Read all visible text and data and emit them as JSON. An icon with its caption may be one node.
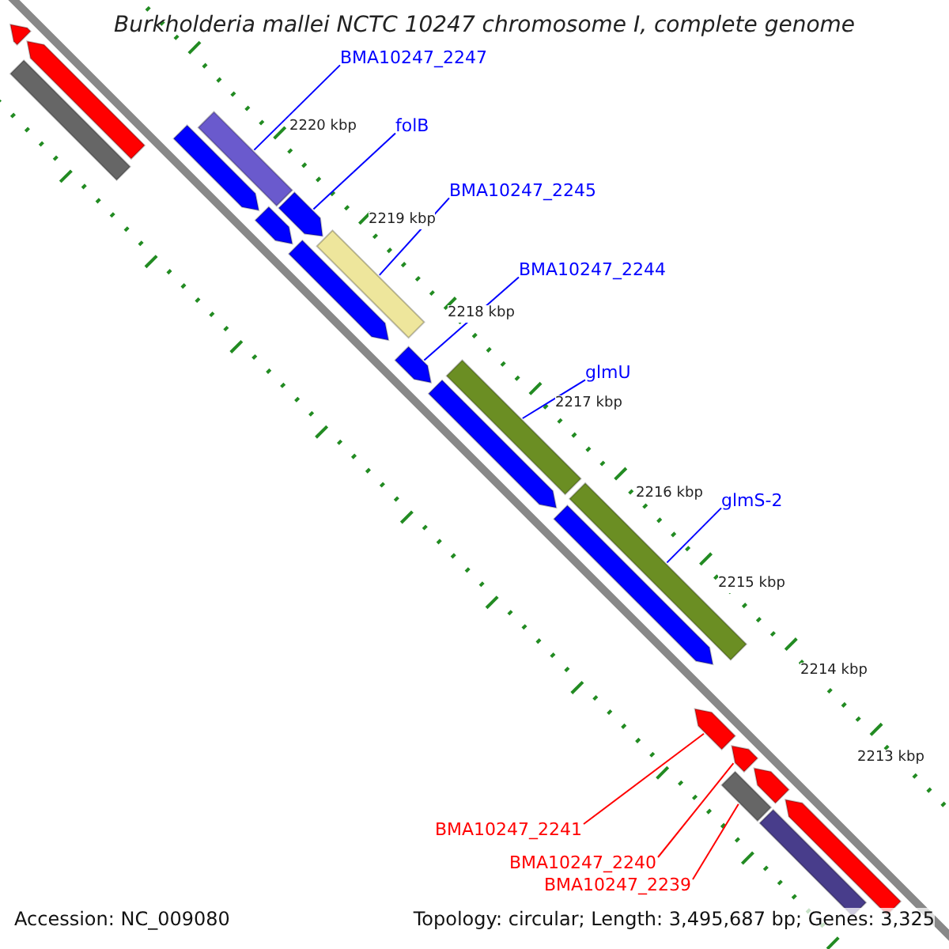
{
  "diagram": {
    "title": "Burkholderia mallei NCTC 10247 chromosome I, complete genome",
    "nodes": [
      {
        "text": [
          "BMA10247_2247"
        ]
      },
      {
        "text": [
          "folB"
        ]
      },
      {
        "text": [
          "BMA10247_2245"
        ]
      },
      {
        "text": [
          "BMA10247_2244"
        ]
      },
      {
        "text": [
          "glmU"
        ]
      },
      {
        "text": [
          "glmS-2"
        ]
      },
      {
        "text": [
          "BMA10247_2241"
        ]
      },
      {
        "text": [
          "BMA10247_2240"
        ]
      },
      {
        "text": [
          "BMA10247_2239"
        ]
      },
      {
        "text": [],
        "shape": "pentagon"
      },
      {
        "text": [],
        "shape": "pentagon"
      },
      {
        "text": [],
        "shape": "bar"
      },
      {
        "text": [],
        "shape": "pentagon"
      },
      {
        "text": [],
        "shape": "bar"
      },
      {
        "text": [],
        "shape": "pentagon"
      },
      {
        "text": [],
        "shape": "pentagon"
      },
      {
        "text": [],
        "shape": "pentagon"
      },
      {
        "text": [],
        "shape": "bar"
      },
      {
        "text": [],
        "shape": "pentagon"
      },
      {
        "text": [],
        "shape": "bar"
      },
      {
        "text": [],
        "shape": "pentagon"
      },
      {
        "text": [],
        "shape": "bar"
      },
      {
        "text": [],
        "shape": "pentagon"
      },
      {
        "text": [],
        "shape": "pentagon"
      },
      {
        "text": [],
        "shape": "pentagon"
      },
      {
        "text": [],
        "shape": "bar"
      },
      {
        "text": [],
        "shape": "pentagon"
      },
      {
        "text": [],
        "shape": "bar"
      },
      {
        "text": [],
        "shape": "pentagon"
      }
    ],
    "edges": [
      {
        "from": 0,
        "to": 13,
        "arrow": "none"
      },
      {
        "from": 1,
        "to": 15,
        "arrow": "none"
      },
      {
        "from": 2,
        "to": 17,
        "arrow": "none"
      },
      {
        "from": 3,
        "to": 18,
        "arrow": "none"
      },
      {
        "from": 4,
        "to": 19,
        "arrow": "none"
      },
      {
        "from": 5,
        "to": 21,
        "arrow": "none"
      },
      {
        "from": 6,
        "to": 23,
        "arrow": "none",
        "color": "#ff0000"
      },
      {
        "from": 7,
        "to": 24,
        "arrow": "none",
        "color": "#ff0000"
      },
      {
        "from": 8,
        "to": 25,
        "arrow": "none",
        "color": "#ff0000"
      }
    ],
    "labels": [
      "2220 kbp",
      "2219 kbp",
      "2218 kbp",
      "2217 kbp",
      "2216 kbp",
      "2215 kbp",
      "2214 kbp",
      "2213 kbp",
      "Accession: NC_009080",
      "Topology: circular; Length: 3,495,687 bp; Genes: 3,325"
    ]
  }
}
